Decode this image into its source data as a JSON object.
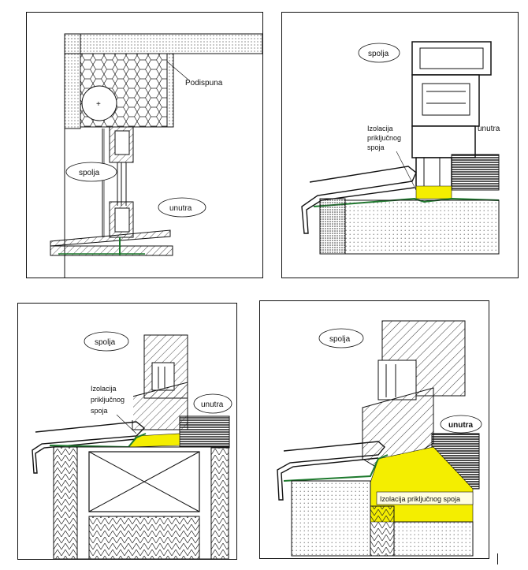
{
  "panels": {
    "top_left": {
      "label_spolja": "spolja",
      "label_unutra": "unutra",
      "label_podispuna": "Podispuna"
    },
    "top_right": {
      "label_spolja": "spolja",
      "label_unutra": "unutra",
      "label_izolacija": [
        "Izolacija",
        "priključnog",
        "spoja"
      ]
    },
    "bottom_left": {
      "label_spolja": "spolja",
      "label_unutra": "unutra",
      "label_izolacija": [
        "Izolacija",
        "priključnog",
        "spoja"
      ]
    },
    "bottom_right": {
      "label_spolja": "spolja",
      "label_unutra": "unutra",
      "label_izolacija": "Izolacija priključnog spoja"
    }
  },
  "colors": {
    "insulation": "#f4ee00",
    "seal": "#1e7a2e",
    "line": "#111111"
  }
}
